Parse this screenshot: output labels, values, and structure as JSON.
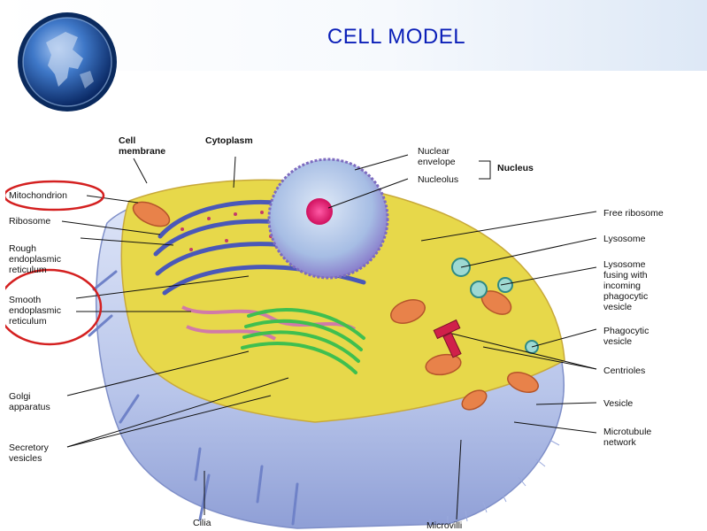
{
  "slide": {
    "title": "CELL MODEL"
  },
  "labels_left": {
    "cell_membrane": "Cell\nmembrane",
    "cytoplasm": "Cytoplasm",
    "mitochondrion": "Mitochondrion",
    "ribosome": "Ribosome",
    "rough_er": "Rough\nendoplasmic\nreticulum",
    "smooth_er": "Smooth\nendoplasmic\nreticulum",
    "golgi": "Golgi\napparatus",
    "secretory": "Secretory\nvesicles",
    "cilia": "Cilia"
  },
  "labels_right": {
    "nuclear_envelope": "Nuclear\nenvelope",
    "nucleolus": "Nucleolus",
    "nucleus": "Nucleus",
    "free_ribosome": "Free ribosome",
    "lysosome": "Lysosome",
    "lysosome_fusing": "Lysosome\nfusing with\nincoming\nphagocytic\nvesicle",
    "phagocytic": "Phagocytic\nvesicle",
    "centrioles": "Centrioles",
    "vesicle": "Vesicle",
    "microtubule": "Microtubule\nnetwork",
    "microvilli": "Microvilli"
  },
  "colors": {
    "title": "#0b1fb8",
    "highlight_circle": "#d42020",
    "cytoplasm": "#e7d84a",
    "membrane": "#b9c6ea",
    "mitochondria": "#e8824a",
    "golgi": "#3fbf4f",
    "nucleus": "#b7a6de",
    "nucleolus": "#e0186e"
  }
}
